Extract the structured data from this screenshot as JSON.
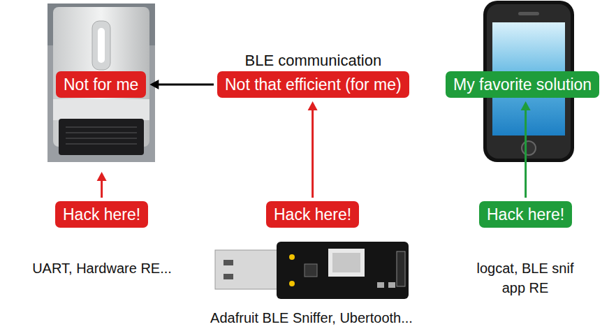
{
  "diagram": {
    "nodes": [
      {
        "text": [
          "Not for me"
        ]
      },
      {
        "text": [
          "BLE communication",
          "Not that efficient (for me)"
        ]
      },
      {
        "text": [
          "My favorite solution"
        ]
      },
      {
        "text": [
          "Hack here!"
        ]
      },
      {
        "text": [
          "Hack here!"
        ]
      },
      {
        "text": [
          "Hack here!"
        ]
      }
    ],
    "edges": [
      {
        "from": 1,
        "to": 0,
        "arrow": "to"
      },
      {
        "from": 3,
        "to": 0,
        "arrow": "to"
      },
      {
        "from": 4,
        "to": 1,
        "arrow": "to"
      },
      {
        "from": 5,
        "to": 2,
        "arrow": "to"
      }
    ],
    "labels": [
      "UART, Hardware RE...",
      "logcat, BLE snif",
      "app RE",
      "Adafruit BLE Sniffer, Ubertooth..."
    ]
  }
}
